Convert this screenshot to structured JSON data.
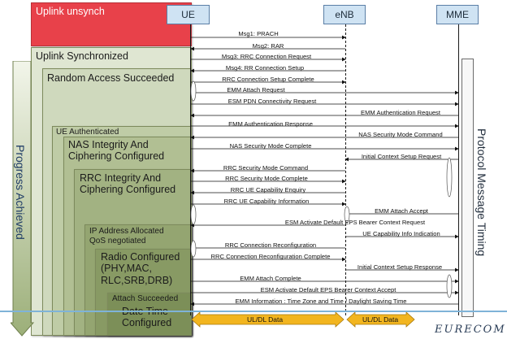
{
  "entities": {
    "ue": "UE",
    "enb": "eNB",
    "mme": "MME"
  },
  "states": {
    "uplink_unsynch": "Uplink unsynch",
    "uplink_synchronized": "Uplink Synchronized",
    "random_access_succeeded": "Random Access Succeeded",
    "ue_authenticated": "UE Authenticated",
    "nas_integrity": [
      "NAS Integrity And",
      "Ciphering Configured"
    ],
    "rrc_integrity": [
      "RRC Integrity And",
      "Ciphering Configured"
    ],
    "ip_address": [
      "IP Address Allocated",
      "QoS negotiated"
    ],
    "radio_configured": [
      "Radio Configured",
      "(PHY,MAC,",
      "RLC,SRB,DRB)"
    ],
    "attach_succeeded": [
      "Attach Succeeded",
      "Date Time",
      "Configured"
    ]
  },
  "side_labels": {
    "progress": "Progress Achieved",
    "timing": "Protocol Message Timing"
  },
  "messages": [
    "Msg1: PRACH",
    "Msg2: RAR",
    "Msg3: RRC Connection Request",
    "Msg4: RR Connection Setup",
    "RRC Connection Setup Complete",
    "EMM Attach Request",
    "ESM PDN Connectivity Request",
    "EMM Authentication Request",
    "EMM Authentication Response",
    "NAS Security Mode Command",
    "NAS Security Mode Complete",
    "Initial Context Setup Request",
    "RRC Security Mode Command",
    "RRC Security Mode Complete",
    "RRC UE Capability Enquiry",
    "RRC UE Capability Information",
    "EMM Attach Accept",
    "ESM Activate Default EPS Bearer Context Request",
    "UE Capability Info Indication",
    "RRC Connection Reconfiguration",
    "RRC Connection Reconfiguration Complete",
    "Initial Context Setup Response",
    "EMM Attach Complete",
    "ESM Activate Default EPS Bearer Context Accept",
    "EMM Information : Time Zone and Time / Daylight Saving Time"
  ],
  "data_labels": {
    "ul_dl_1": "UL/DL Data",
    "ul_dl_2": "UL/DL Data"
  },
  "logo": "EURECOM"
}
